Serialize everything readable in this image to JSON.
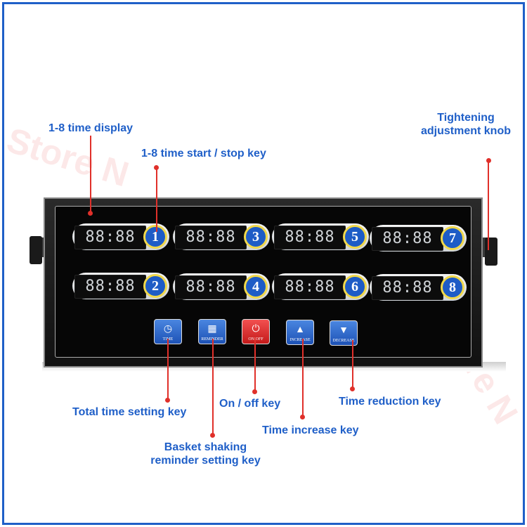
{
  "watermark": "Store N",
  "watermark2": "Store N",
  "labels": {
    "time_display": "1-8 time display",
    "start_stop": "1-8 time start / stop key",
    "knob_line1": "Tightening",
    "knob_line2": "adjustment knob",
    "total_time": "Total time setting key",
    "on_off": "On / off key",
    "time_reduction": "Time reduction key",
    "time_increase": "Time increase key",
    "basket_line1": "Basket shaking",
    "basket_line2": "reminder setting key"
  },
  "timers": [
    {
      "display": "88:88",
      "number": "1"
    },
    {
      "display": "88:88",
      "number": "3"
    },
    {
      "display": "88:88",
      "number": "5"
    },
    {
      "display": "88:88",
      "number": "7"
    },
    {
      "display": "88:88",
      "number": "2"
    },
    {
      "display": "88:88",
      "number": "4"
    },
    {
      "display": "88:88",
      "number": "6"
    },
    {
      "display": "88:88",
      "number": "8"
    }
  ],
  "keys": {
    "time": {
      "label": "TIME",
      "icon": "clock-icon"
    },
    "reminder": {
      "label": "REMINDER",
      "icon": "basket-icon"
    },
    "onoff": {
      "label": "ON/OFF",
      "icon": "power-icon"
    },
    "increase": {
      "label": "INCREASE",
      "icon": "triangle-up-icon"
    },
    "decrease": {
      "label": "DECREASE",
      "icon": "triangle-down-icon"
    }
  },
  "colors": {
    "label_blue": "#1f5fc8",
    "pin_red": "#e0302a",
    "button_blue": "#1e5cc6",
    "button_ring": "#f1d84a",
    "power_red": "#d42020"
  }
}
